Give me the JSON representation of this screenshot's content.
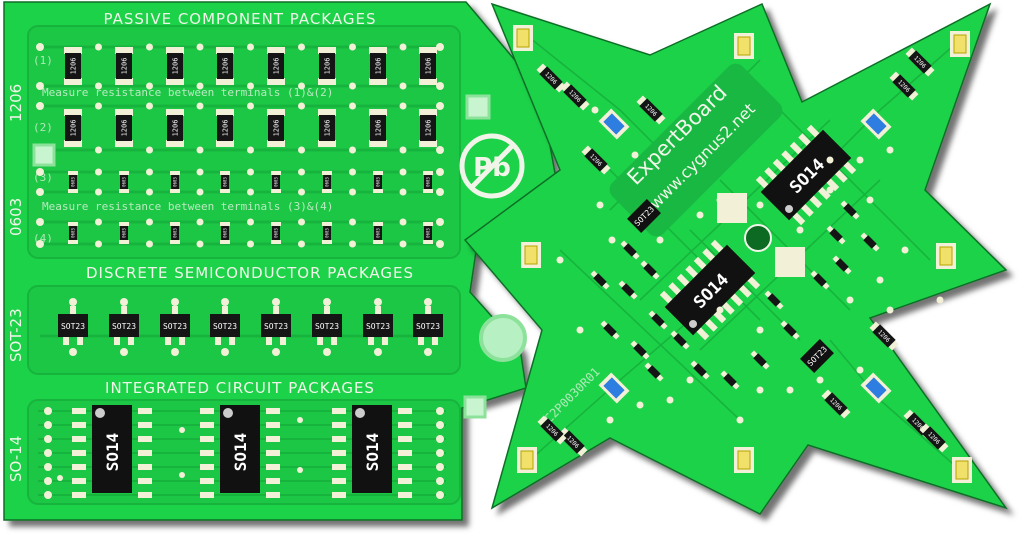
{
  "left_board": {
    "header_passive": "PASSIVE COMPONENT PACKAGES",
    "header_discrete": "DISCRETE SEMICONDUCTOR PACKAGES",
    "header_ic": "INTEGRATED CIRCUIT PACKAGES",
    "side_labels": [
      "1206",
      "0603",
      "SOT-23",
      "SO-14"
    ],
    "terminal_labels": [
      "(1)",
      "(2)",
      "(3)",
      "(4)"
    ],
    "measure_text_12": "Measure resistance between terminals (1)&(2)",
    "measure_text_34": "Measure resistance between terminals (3)&(4)",
    "pkg_1206": "1206",
    "pkg_0603": "0603",
    "pkg_sot23": "SOT23",
    "pkg_so14": "SO14",
    "pb_free_icon": "Pb"
  },
  "star_board": {
    "title": "ExpertBoard",
    "url": "www.cygnus2.net",
    "part_number": "C2P0030R01",
    "ic_label": "SO14",
    "sot_label": "SOT23",
    "res_label": "1206"
  },
  "colors": {
    "pcb_green": "#1fd24a",
    "copper_trace": "#17b43d",
    "silkscreen": "#f1f5e9",
    "ic_body": "#111111",
    "pad": "#f2f0d6"
  }
}
